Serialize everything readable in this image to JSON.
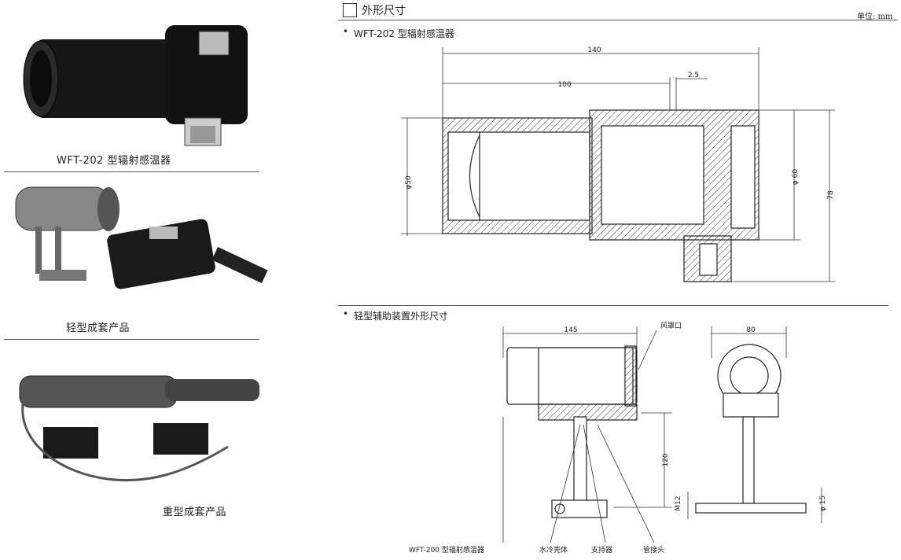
{
  "left": {
    "captions": [
      "WFT-202 型辐射感温器",
      "轻型成套产品",
      "重型成套产品"
    ]
  },
  "header": {
    "title": "外形尺寸",
    "unit": "单位: mm"
  },
  "section1": {
    "bullet": "•",
    "title": "WFT-202 型辐射感温器",
    "dims": {
      "d140": "140",
      "d100": "100",
      "d25": "2.5",
      "dphi50": "φ50",
      "dphi60": "φ 60",
      "d78": "78"
    }
  },
  "section2": {
    "bullet": "•",
    "title": "轻型辅助装置外形尺寸",
    "dims": {
      "d145": "145",
      "d80": "80",
      "d120": "120",
      "m12": "M12",
      "phi15": "φ 15"
    },
    "labels": {
      "wind": "风罩口",
      "sensor": "WFT-200 型辐射感温器",
      "shell": "水冷壳体",
      "support": "支持器",
      "pipe": "管接头"
    }
  }
}
